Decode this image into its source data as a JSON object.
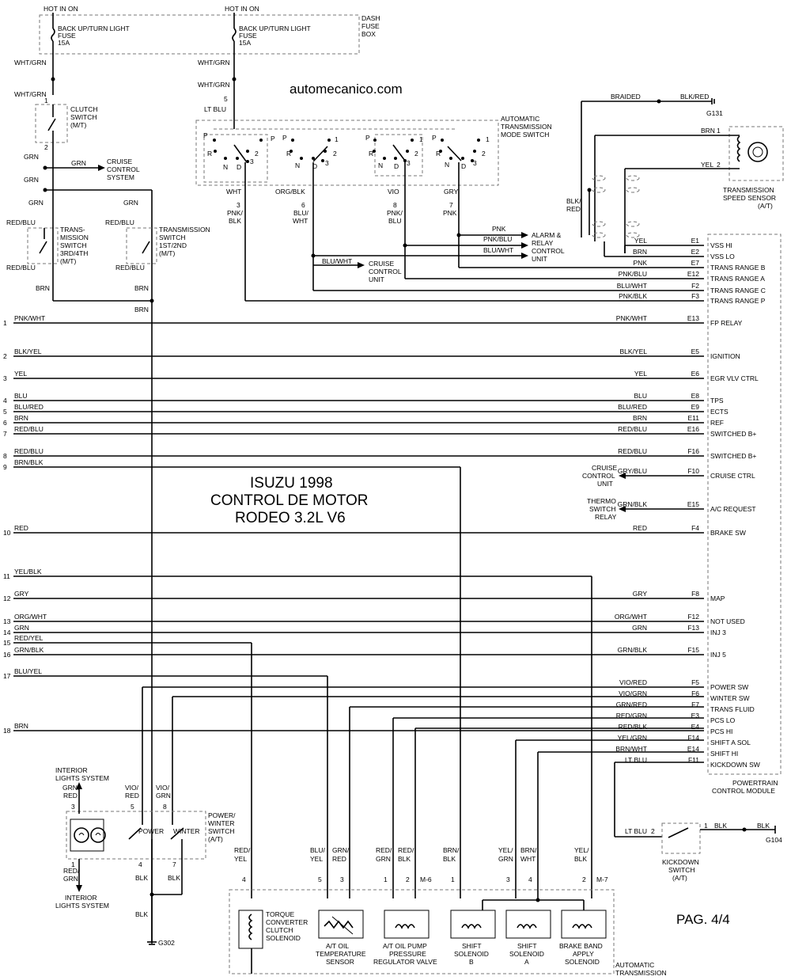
{
  "site": "automecanico.com",
  "title": {
    "line1": "ISUZU 1998",
    "line2": "CONTROL DE MOTOR",
    "line3": "RODEO 3.2L V6"
  },
  "page_label": "PAG. 4/4",
  "fuse_box": {
    "hot1": "HOT IN ON",
    "hot2": "HOT IN ON",
    "fuse_label1": "BACK UP/TURN LIGHT",
    "fuse_label2": "FUSE",
    "fuse_label3": "15A",
    "box1": "DASH",
    "box2": "FUSE",
    "box3": "BOX"
  },
  "upper_left": {
    "w1": "WHT/GRN",
    "w2": "WHT/GRN",
    "w3": "WHT/GRN",
    "w4": "WHT/GRN",
    "p5": "5",
    "ltblu": "LT BLU",
    "clutch1": "CLUTCH",
    "clutch2": "SWITCH",
    "clutch3": "(M/T)",
    "p1": "1",
    "p2": "2",
    "grn": "GRN",
    "cruise1": "CRUISE",
    "cruise2": "CONTROL",
    "cruise3": "SYSTEM",
    "redblu": "RED/BLU",
    "brn": "BRN",
    "tms1": "TRANS-",
    "tms2": "MISSION",
    "tms3": "SWITCH",
    "tms4": "3RD/4TH",
    "tms5": "(M/T)",
    "ts1": "TRANSMISSION",
    "ts2": "SWITCH",
    "ts3": "1ST/2ND",
    "ts4": "(M/T)"
  },
  "mode_switch": {
    "t1": "AUTOMATIC",
    "t2": "TRANSMISSION",
    "t3": "MODE SWITCH",
    "p": "P",
    "r": "R",
    "n": "N",
    "d": "D",
    "n1": "1",
    "n2": "2",
    "n3": "3",
    "wht": "WHT",
    "orgblk": "ORG/BLK",
    "vio": "VIO",
    "gry": "GRY",
    "pin3": "3",
    "pin6": "6",
    "pin8": "8",
    "pin7": "7",
    "pnkblk1": "PNK/",
    "pnkblk2": "BLK",
    "blu1": "BLU/",
    "blu2": "WHT",
    "pnkb1": "PNK/",
    "pnkb2": "BLU",
    "pnk": "PNK"
  },
  "alarm": {
    "pnk": "PNK",
    "pnkblu": "PNK/BLU",
    "bluwht": "BLU/WHT",
    "a1": "ALARM &",
    "a2": "RELAY",
    "a3": "CONTROL",
    "a4": "UNIT",
    "cc_wire": "BLU/WHT",
    "cc1": "CRUISE",
    "cc2": "CONTROL",
    "cc3": "UNIT"
  },
  "speed_sensor": {
    "braided": "BRAIDED",
    "blkred": "BLK/RED",
    "g131": "G131",
    "brn": "BRN",
    "p1": "1",
    "yel": "YEL",
    "p2": "2",
    "t1": "TRANSMISSION",
    "t2": "SPEED SENSOR",
    "t3": "(A/T)",
    "blkred2a": "BLK/",
    "blkred2b": "RED"
  },
  "pcm_pins": [
    {
      "wire": "YEL",
      "pin": "E1",
      "func": "VSS HI"
    },
    {
      "wire": "BRN",
      "pin": "E2",
      "func": "VSS LO"
    },
    {
      "wire": "PNK",
      "pin": "E7",
      "func": "TRANS RANGE B"
    },
    {
      "wire": "PNK/BLU",
      "pin": "E12",
      "func": "TRANS RANGE A"
    },
    {
      "wire": "BLU/WHT",
      "pin": "F2",
      "func": "TRANS RANGE C"
    },
    {
      "wire": "PNK/BLK",
      "pin": "F3",
      "func": "TRANS RANGE P"
    },
    {
      "wire": "PNK/WHT",
      "pin": "E13",
      "func": "FP RELAY"
    },
    {
      "wire": "BLK/YEL",
      "pin": "E5",
      "func": "IGNITION"
    },
    {
      "wire": "YEL",
      "pin": "E6",
      "func": "EGR VLV CTRL"
    },
    {
      "wire": "BLU",
      "pin": "E8",
      "func": "TPS"
    },
    {
      "wire": "BLU/RED",
      "pin": "E9",
      "func": "ECTS"
    },
    {
      "wire": "BRN",
      "pin": "E11",
      "func": "REF"
    },
    {
      "wire": "RED/BLU",
      "pin": "E16",
      "func": "SWITCHED B+"
    },
    {
      "wire": "RED/BLU",
      "pin": "F16",
      "func": "SWITCHED B+"
    },
    {
      "wire": "GRY/BLU",
      "pin": "F10",
      "func": "CRUISE CTRL"
    },
    {
      "wire": "GRN/BLK",
      "pin": "E15",
      "func": "A/C REQUEST"
    },
    {
      "wire": "RED",
      "pin": "F4",
      "func": "BRAKE SW"
    },
    {
      "wire": "GRY",
      "pin": "F8",
      "func": "MAP"
    },
    {
      "wire": "ORG/WHT",
      "pin": "F12",
      "func": "NOT USED"
    },
    {
      "wire": "GRN",
      "pin": "F13",
      "func": "INJ 3"
    },
    {
      "wire": "GRN/BLK",
      "pin": "F15",
      "func": "INJ 5"
    },
    {
      "wire": "VIO/RED",
      "pin": "F5",
      "func": "POWER SW"
    },
    {
      "wire": "VIO/GRN",
      "pin": "F6",
      "func": "WINTER SW"
    },
    {
      "wire": "GRN/RED",
      "pin": "F7",
      "func": "TRANS FLUID"
    },
    {
      "wire": "RED/GRN",
      "pin": "E3",
      "func": "PCS LO"
    },
    {
      "wire": "RED/BLK",
      "pin": "E4",
      "func": "PCS HI"
    },
    {
      "wire": "YEL/GRN",
      "pin": "F14",
      "func": "SHIFT A SOL"
    },
    {
      "wire": "BRN/WHT",
      "pin": "E14",
      "func": "SHIFT HI"
    },
    {
      "wire": "LT BLU",
      "pin": "F11",
      "func": "KICKDOWN SW"
    }
  ],
  "pcm_label": {
    "l1": "POWERTRAIN",
    "l2": "CONTROL MODULE"
  },
  "left_wires": [
    {
      "n": "1",
      "c": "PNK/WHT"
    },
    {
      "n": "2",
      "c": "BLK/YEL"
    },
    {
      "n": "3",
      "c": "YEL"
    },
    {
      "n": "4",
      "c": "BLU"
    },
    {
      "n": "5",
      "c": "BLU/RED"
    },
    {
      "n": "6",
      "c": "BRN"
    },
    {
      "n": "7",
      "c": "RED/BLU"
    },
    {
      "n": "8",
      "c": "RED/BLU"
    },
    {
      "n": "9",
      "c": "BRN/BLK"
    },
    {
      "n": "10",
      "c": "RED"
    },
    {
      "n": "11",
      "c": "YEL/BLK"
    },
    {
      "n": "12",
      "c": "GRY"
    },
    {
      "n": "13",
      "c": "ORG/WHT"
    },
    {
      "n": "14",
      "c": "GRN"
    },
    {
      "n": "15",
      "c": "RED/YEL"
    },
    {
      "n": "16",
      "c": "GRN/BLK"
    },
    {
      "n": "17",
      "c": "BLU/YEL"
    },
    {
      "n": "18",
      "c": "BRN"
    }
  ],
  "outputs": {
    "cruise1": "CRUISE",
    "cruise2": "CONTROL",
    "cruise3": "UNIT",
    "thermo1": "THERMO",
    "thermo2": "SWITCH",
    "thermo3": "RELAY"
  },
  "power_winter": {
    "il1": "INTERIOR",
    "il2": "LIGHTS SYSTEM",
    "grnred1": "GRN/",
    "grnred2": "RED",
    "p3": "3",
    "viored1": "VIO/",
    "viored2": "RED",
    "p5": "5",
    "viogrn1": "VIO/",
    "viogrn2": "GRN",
    "p8": "8",
    "power": "POWER",
    "winter": "WINTER",
    "pw1": "POWER/",
    "pw2": "WINTER",
    "pw3": "SWITCH",
    "pw4": "(A/T)",
    "p1": "1",
    "p4": "4",
    "p7": "7",
    "redgrn1": "RED/",
    "redgrn2": "GRN",
    "blk": "BLK",
    "g302": "G302"
  },
  "kickdown": {
    "ltblu": "LT BLU",
    "p2": "2",
    "p1": "1",
    "blk": "BLK",
    "g104": "G104",
    "k1": "KICKDOWN",
    "k2": "SWITCH",
    "k3": "(A/T)"
  },
  "transmission": {
    "label1": "AUTOMATIC",
    "label2": "TRANSMISSION",
    "wires": [
      {
        "c1": "RED/",
        "c2": "YEL",
        "pin": "4"
      },
      {
        "c1": "BLU/",
        "c2": "YEL",
        "pin": "5"
      },
      {
        "c1": "GRN/",
        "c2": "RED",
        "pin": "3"
      },
      {
        "c1": "RED/",
        "c2": "GRN",
        "pin": "1"
      },
      {
        "c1": "RED/",
        "c2": "BLK",
        "pin": "2"
      },
      {
        "c1": "BRN/",
        "c2": "BLK",
        "pin": "1"
      },
      {
        "c1": "YEL/",
        "c2": "GRN",
        "pin": "3"
      },
      {
        "c1": "BRN/",
        "c2": "WHT",
        "pin": "4"
      },
      {
        "c1": "YEL/",
        "c2": "BLK",
        "pin": "2"
      }
    ],
    "m6": "M-6",
    "m7": "M-7",
    "tcc": [
      "TORQUE",
      "CONVERTER",
      "CLUTCH",
      "SOLENOID"
    ],
    "oil_temp": [
      "A/T OIL",
      "TEMPERATURE",
      "SENSOR"
    ],
    "pump": [
      "A/T OIL PUMP",
      "PRESSURE",
      "REGULATOR VALVE"
    ],
    "shift_b": [
      "SHIFT",
      "SOLENOID",
      "B"
    ],
    "shift_a": [
      "SHIFT",
      "SOLENOID",
      "A"
    ],
    "brake": [
      "BRAKE BAND",
      "APPLY",
      "SOLENOID"
    ]
  }
}
